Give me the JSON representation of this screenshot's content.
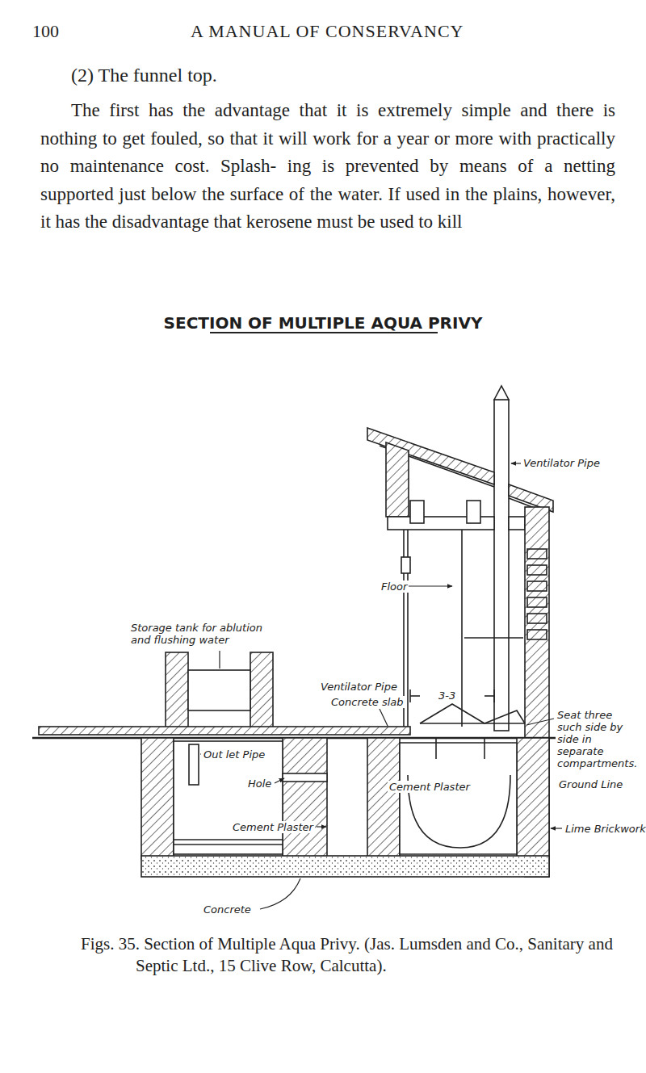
{
  "diagram": {
    "title": "SECTION OF MULTIPLE AQUA PRIVY",
    "caption": "Figs. 35. Section of Multiple Aqua Privy. (Jas. Lumsden and Co., Sanitary and Septic Ltd., 15 Clive Row, Calcutta).",
    "labels": [
      "100",
      "A MANUAL OF CONSERVANCY",
      "(2) The funnel top.",
      "The first has the advantage that it is extremely simple and there is nothing to get fouled, so that it will work for a year or more with practically no maintenance cost. Splash- ing is prevented by means of a netting supported just below the surface of the water. If used in the plains, however, it has the disadvantage that kerosene must be used to kill",
      "Ventilator Pipe",
      "Floor",
      "Storage tank for ablution and flushing water",
      "Ventilator Pipe",
      "Concrete slab",
      "3-3",
      "Seat three such side by side in separate compartments.",
      "Ground Line",
      "Out let Pipe",
      "Hole",
      "Cement Plaster",
      "Cement Plaster",
      "Lime Brickwork",
      "Concrete"
    ]
  }
}
